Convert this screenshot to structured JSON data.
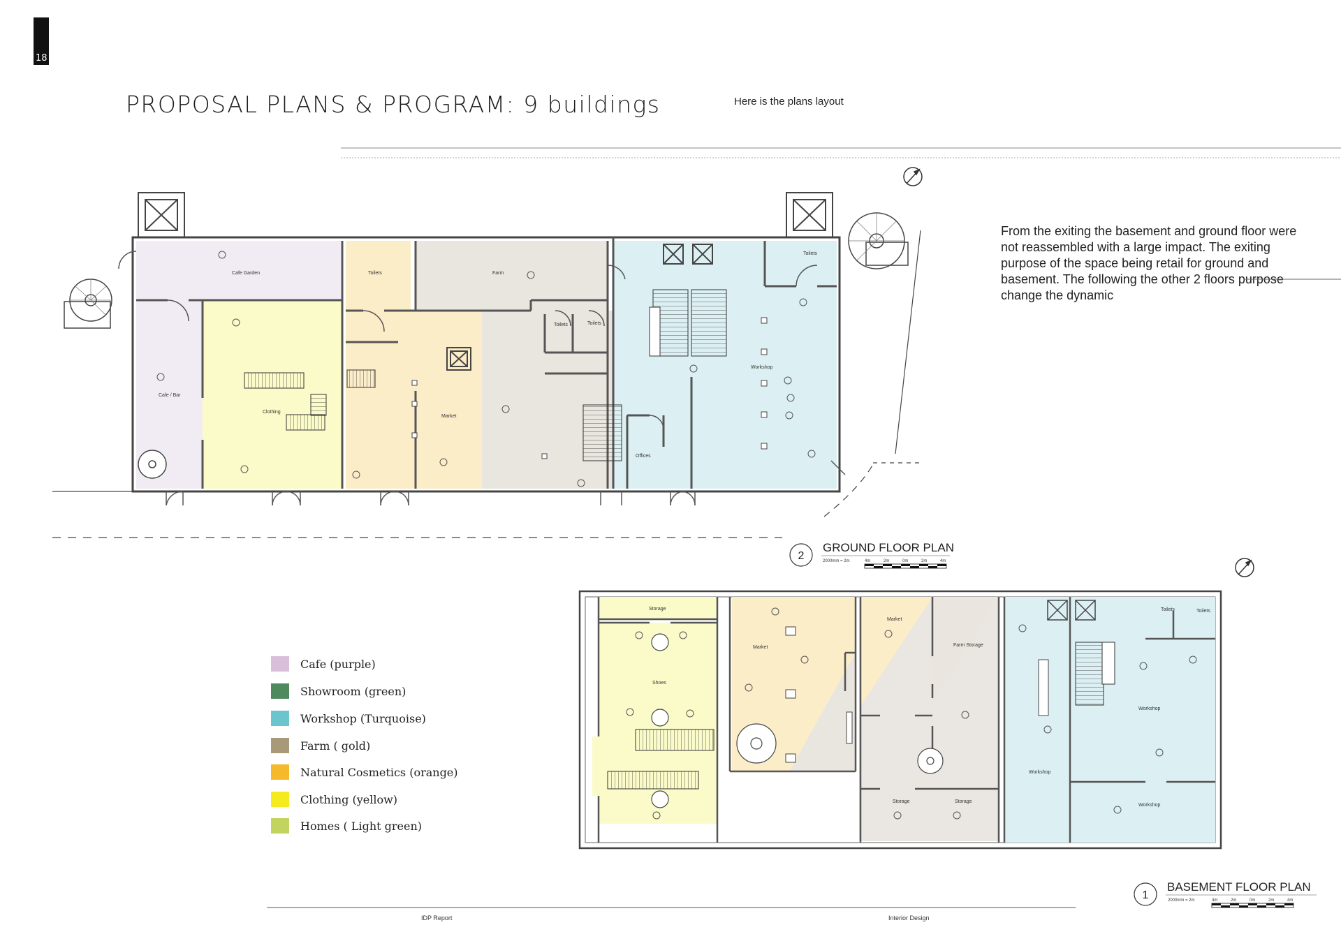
{
  "page": {
    "number": "18",
    "title": "PROPOSAL PLANS & PROGRAM: 9 buildings",
    "subtitle": "Here is the plans layout",
    "description": "From the exiting the basement and ground floor were not reassembled with a large impact. The exiting purpose of the space being retail for ground and basement. The following the other 2 floors purpose change the dynamic"
  },
  "legend": [
    {
      "label": "Cafe (purple)",
      "color": "#d9bfd9"
    },
    {
      "label": "Showroom (green)",
      "color": "#4e8a5e"
    },
    {
      "label": "Workshop (Turquoise)",
      "color": "#6cc5cc"
    },
    {
      "label": "Farm ( gold)",
      "color": "#a89a78"
    },
    {
      "label": "Natural Cosmetics (orange)",
      "color": "#f6b92b"
    },
    {
      "label": "Clothing (yellow)",
      "color": "#f4ea1c"
    },
    {
      "label": "Homes ( Light green)",
      "color": "#c3d45e"
    }
  ],
  "ground_floor": {
    "number": "2",
    "title": "GROUND FLOOR PLAN",
    "scale": "2000mm = 2m",
    "scale_ticks": [
      "4m",
      "2m",
      "0m",
      "2m",
      "4m"
    ],
    "rooms": {
      "cafe_garden": "Cafe Garden",
      "cafe_bar": "Cafe / Bar",
      "clothing": "Clothing",
      "toilets_1": "Toilets",
      "market": "Market",
      "farm": "Farm",
      "toilets_2": "Toilets",
      "toilets_3": "Toilets",
      "toilets_4": "Toilets",
      "workshop": "Workshop",
      "offices": "Offices"
    }
  },
  "basement_floor": {
    "number": "1",
    "title": "BASEMENT FLOOR PLAN",
    "scale": "2000mm = 2m",
    "scale_ticks": [
      "4m",
      "2m",
      "0m",
      "2m",
      "4m"
    ],
    "rooms": {
      "storage_1": "Storage",
      "shoes": "Shoes",
      "market_1": "Market",
      "market_2": "Market",
      "farm_storage": "Farm Storage",
      "storage_2": "Storage",
      "storage_3": "Storage",
      "toilets_1": "Toilets",
      "toilets_2": "Toilets",
      "workshop_1": "Workshop",
      "workshop_2": "Workshop",
      "workshop_3": "Workshop"
    }
  },
  "footer": {
    "left": "IDP Report",
    "right": "Interior Design"
  },
  "colors": {
    "cafe_fill": "#f1ebf3",
    "clothing_fill": "#fafbc8",
    "cosmetics_fill": "#fcedc9",
    "farm_fill": "#e9e5df",
    "workshop_fill": "#dcf0f3"
  }
}
